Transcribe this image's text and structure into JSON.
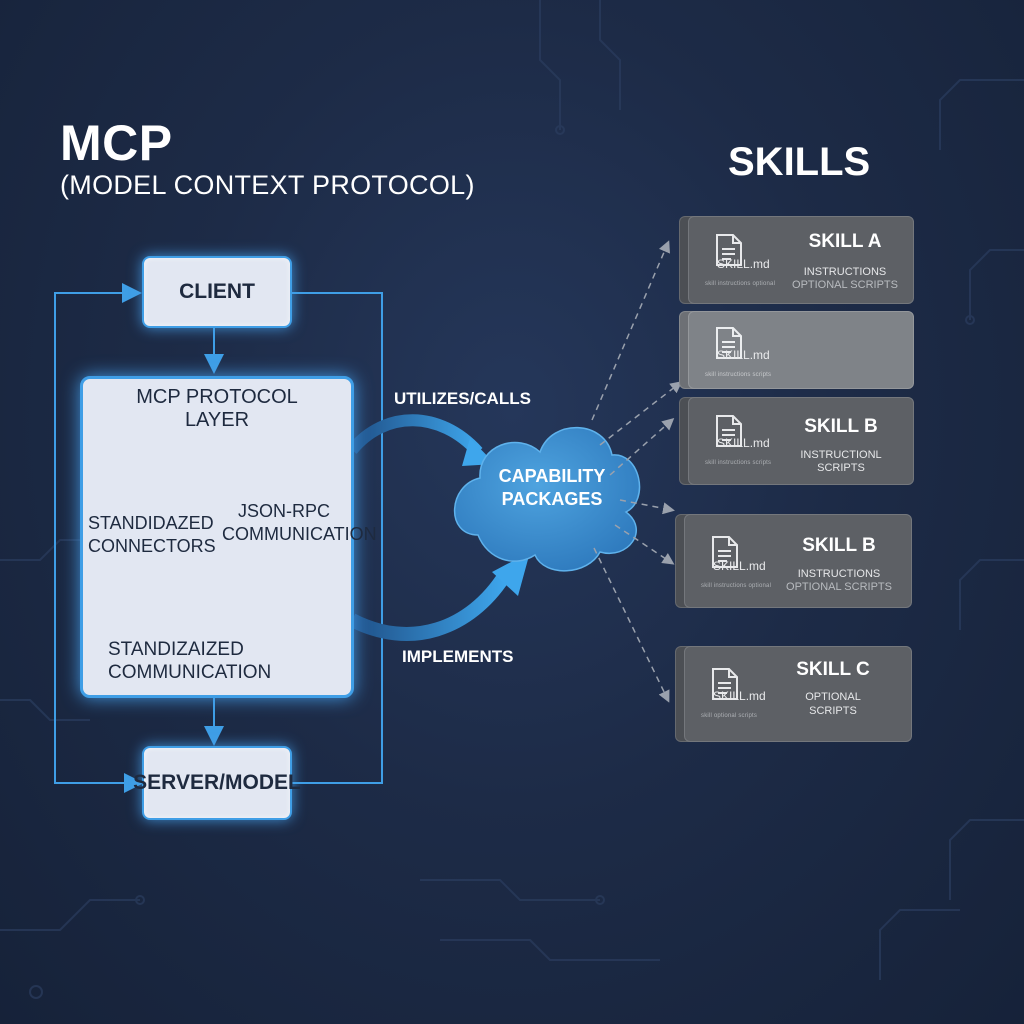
{
  "header": {
    "title": "MCP",
    "subtitle": "(MODEL CONTEXT PROTOCOL)",
    "skills_title": "SKILLS"
  },
  "mcp": {
    "client_label": "CLIENT",
    "server_label": "SERVER/MODEL",
    "layer_title_line1": "MCP PROTOCOL",
    "layer_title_line2": "LAYER",
    "connectors_line1": "STANDIDAZED",
    "connectors_line2": "CONNECTORS",
    "jsonrpc_line1": "JSON-RPC",
    "jsonrpc_line2": "COMMUNICATION",
    "communication_line1": "STANDIZAIZED",
    "communication_line2": "COMMUNICATION"
  },
  "edges": {
    "utilizes_label": "UTILIZES/CALLS",
    "implements_label": "IMPLEMENTS"
  },
  "cloud": {
    "line1": "CAPABILITY",
    "line2": "PACKAGES"
  },
  "skills": [
    {
      "file": "SKILL.md",
      "tiny": "skill instructions optional",
      "title": "SKILL A",
      "line1": "INSTRUCTIONS",
      "line2": "OPTIONAL SCRIPTS"
    },
    {
      "file": "SKILL.md",
      "tiny": "skill instructions scripts"
    },
    {
      "file": "SKILL.md",
      "tiny": "skill instructions scripts",
      "title": "SKILL B",
      "line1": "INSTRUCTIONL",
      "line2": "SCRIPTS"
    },
    {
      "file": "SKILL.md",
      "tiny": "skill instructions optional",
      "title": "SKILL B",
      "line1": "INSTRUCTIONS",
      "line2": "OPTIONAL SCRIPTS"
    },
    {
      "file": "SKILL.md",
      "tiny": "skill optional scripts",
      "title": "SKILL C",
      "line1": "OPTIONAL",
      "line2": "SCRIPTS"
    }
  ],
  "colors": {
    "background": "#1d2b47",
    "accent_blue": "#3f9ee6",
    "node_fill": "#e2e7f2",
    "card_gray": "#5d6065"
  }
}
